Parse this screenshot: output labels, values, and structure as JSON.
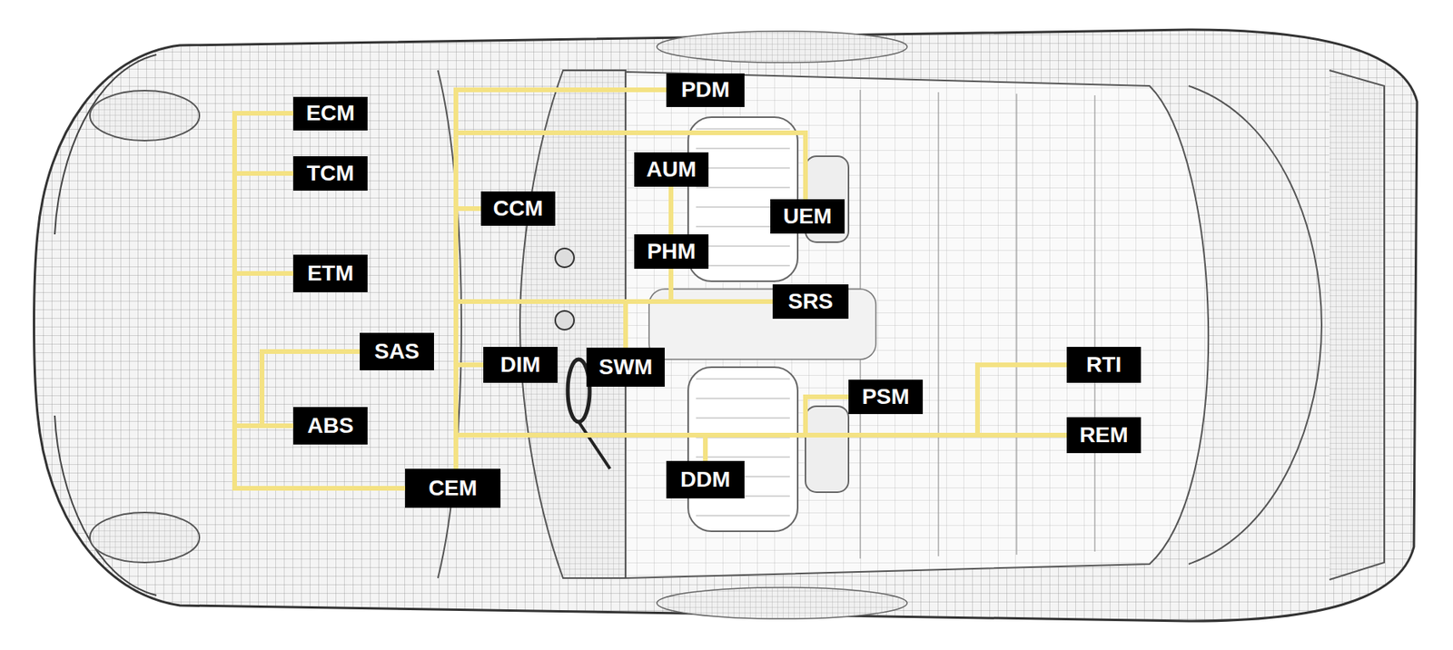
{
  "diagram": {
    "nodes": [
      {
        "text": [
          "ECM"
        ]
      },
      {
        "text": [
          "TCM"
        ]
      },
      {
        "text": [
          "PDM"
        ]
      },
      {
        "text": [
          "AUM"
        ]
      },
      {
        "text": [
          "CCM"
        ]
      },
      {
        "text": [
          "UEM"
        ]
      },
      {
        "text": [
          "PHM"
        ]
      },
      {
        "text": [
          "ETM"
        ]
      },
      {
        "text": [
          "SRS"
        ]
      },
      {
        "text": [
          "SAS"
        ]
      },
      {
        "text": [
          "DIM"
        ]
      },
      {
        "text": [
          "SWM"
        ]
      },
      {
        "text": [
          "RTI"
        ]
      },
      {
        "text": [
          "PSM"
        ]
      },
      {
        "text": [
          "ABS"
        ]
      },
      {
        "text": [
          "REM"
        ]
      },
      {
        "text": [
          "CEM"
        ]
      },
      {
        "text": [
          "DDM"
        ]
      }
    ],
    "edges": [
      {
        "from": 16,
        "to": 0,
        "arrow": "none"
      },
      {
        "from": 16,
        "to": 1,
        "arrow": "none"
      },
      {
        "from": 16,
        "to": 7,
        "arrow": "none"
      },
      {
        "from": 16,
        "to": 14,
        "arrow": "none"
      },
      {
        "from": 9,
        "to": 14,
        "arrow": "none"
      },
      {
        "from": 16,
        "to": 2,
        "arrow": "none"
      },
      {
        "from": 16,
        "to": 5,
        "arrow": "none"
      },
      {
        "from": 16,
        "to": 4,
        "arrow": "none"
      },
      {
        "from": 16,
        "to": 8,
        "arrow": "none"
      },
      {
        "from": 16,
        "to": 6,
        "arrow": "none"
      },
      {
        "from": 16,
        "to": 11,
        "arrow": "none"
      },
      {
        "from": 16,
        "to": 10,
        "arrow": "none"
      },
      {
        "from": 16,
        "to": 15,
        "arrow": "none"
      },
      {
        "from": 16,
        "to": 13,
        "arrow": "none"
      },
      {
        "from": 16,
        "to": 12,
        "arrow": "none"
      },
      {
        "from": 16,
        "to": 17,
        "arrow": "none"
      },
      {
        "from": 3,
        "to": 6,
        "arrow": "none"
      }
    ]
  }
}
